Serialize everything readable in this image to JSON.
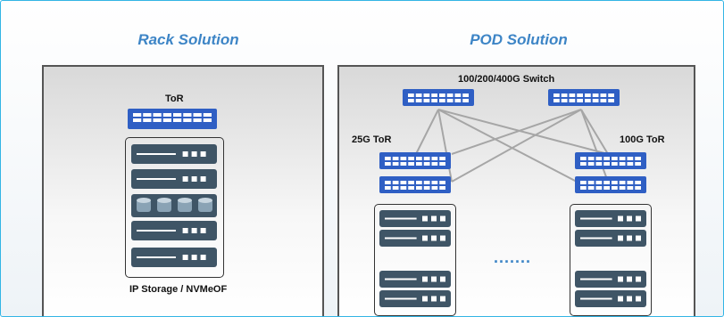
{
  "rack": {
    "title": "Rack Solution",
    "tor_label": "ToR",
    "storage_label": "IP Storage / NVMeOF"
  },
  "pod": {
    "title": "POD Solution",
    "switch_label": "100/200/400G Switch",
    "left_tor_label": "25G ToR",
    "right_tor_label": "100G ToR",
    "ellipsis": "......."
  },
  "colors": {
    "accent": "#3d85c6",
    "switch": "#2f5fc4",
    "server": "#3f5566",
    "disk": "#8aa3b5",
    "link": "#a6a6a6"
  }
}
